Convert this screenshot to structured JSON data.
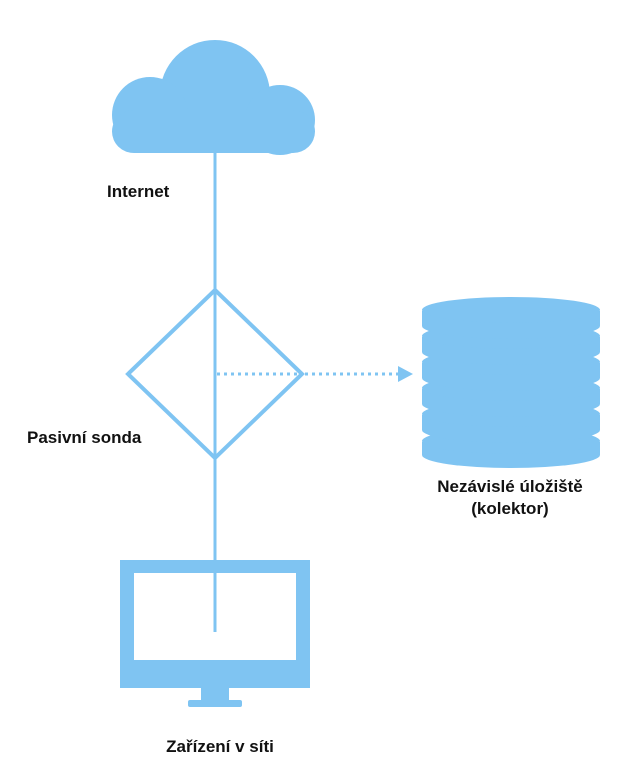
{
  "colors": {
    "accent": "#7fc4f2",
    "text": "#111111",
    "background": "#ffffff"
  },
  "nodes": {
    "internet": {
      "label": "Internet",
      "icon": "cloud-icon"
    },
    "probe": {
      "label": "Pasivní sonda",
      "icon": "diamond-probe-icon"
    },
    "storage": {
      "label_line1": "Nezávislé úložiště",
      "label_line2": "(kolektor)",
      "icon": "database-icon"
    },
    "device": {
      "label": "Zařízení v síti",
      "icon": "monitor-icon"
    }
  }
}
